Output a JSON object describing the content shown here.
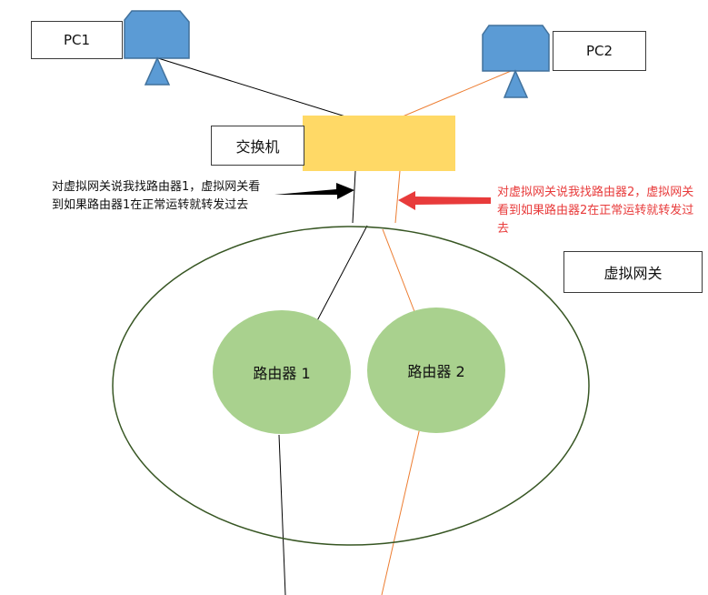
{
  "labels": {
    "pc1": "PC1",
    "pc2": "PC2",
    "switch": "交换机",
    "virtual_gateway": "虚拟网关",
    "router1": "路由器 1",
    "router2": "路由器 2"
  },
  "annotations": {
    "left": "对虚拟网关说我找路由器1，虚拟网关看到如果路由器1在正常运转就转发过去",
    "right": "对虚拟网关说我找路由器2，虚拟网关看到如果路由器2在正常运转就转发过去"
  },
  "colors": {
    "pc_fill": "#5b9bd5",
    "pc_stroke": "#41719c",
    "switch_fill": "#ffd966",
    "router_fill": "#a9d18e",
    "ellipse_stroke": "#375623",
    "path1_line": "#000000",
    "path2_line": "#ed7d31",
    "left_arrow": "#000000",
    "right_arrow": "#e83b3b",
    "right_text": "#e83b3b"
  }
}
